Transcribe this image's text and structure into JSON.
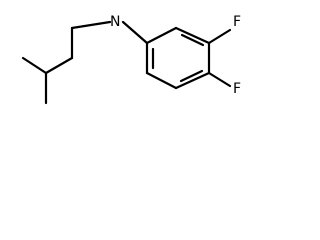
{
  "structure": {
    "atoms": {
      "amine": "N",
      "fluorine_meta": "F",
      "fluorine_para": "F"
    }
  }
}
